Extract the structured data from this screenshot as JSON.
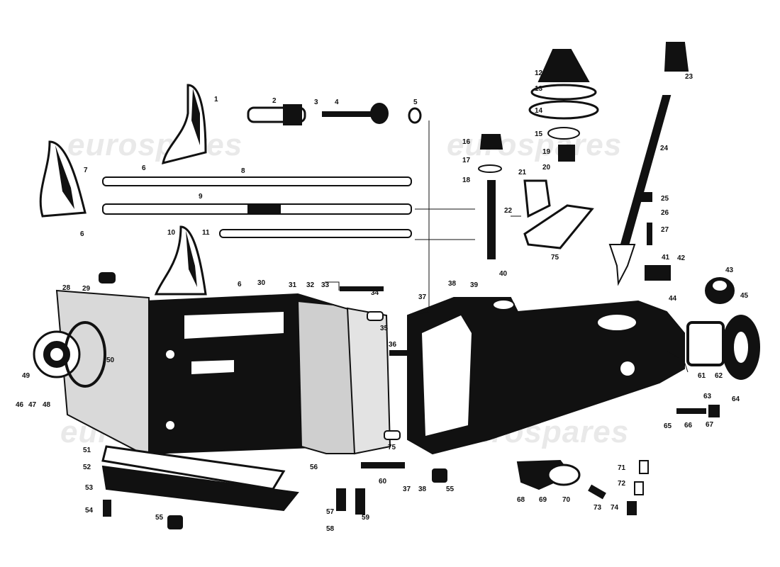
{
  "watermark": "eurospares",
  "callouts": [
    "1",
    "2",
    "3",
    "4",
    "5",
    "6",
    "7",
    "8",
    "9",
    "10",
    "11",
    "12",
    "13",
    "14",
    "15",
    "16",
    "17",
    "18",
    "19",
    "20",
    "21",
    "22",
    "23",
    "24",
    "25",
    "26",
    "27",
    "28",
    "29",
    "30",
    "31",
    "32",
    "33",
    "34",
    "35",
    "36",
    "37",
    "38",
    "39",
    "40",
    "41",
    "42",
    "43",
    "44",
    "45",
    "46",
    "47",
    "48",
    "49",
    "50",
    "51",
    "52",
    "53",
    "54",
    "55",
    "56",
    "57",
    "58",
    "59",
    "60",
    "61",
    "62",
    "63",
    "64",
    "65",
    "66",
    "67",
    "68",
    "69",
    "70",
    "71",
    "72",
    "73",
    "74",
    "75"
  ],
  "colors": {
    "ink": "#111111",
    "paper": "#ffffff",
    "watermark": "#e9e9e9"
  }
}
